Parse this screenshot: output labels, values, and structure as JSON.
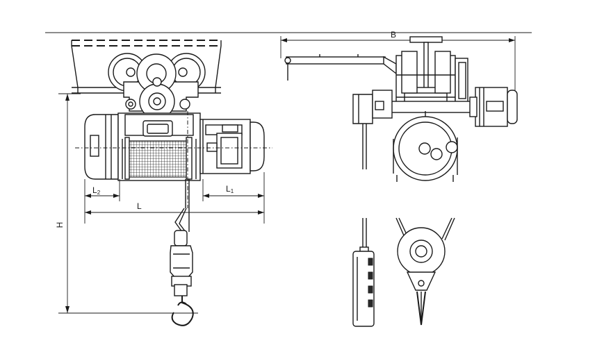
{
  "dimensions": {
    "height": "H",
    "length": "L",
    "l1": {
      "main": "L",
      "sub": "1"
    },
    "l2": {
      "main": "L",
      "sub": "2"
    },
    "width": "B"
  },
  "colors": {
    "line": "#1a1a1a",
    "background": "#ffffff"
  }
}
